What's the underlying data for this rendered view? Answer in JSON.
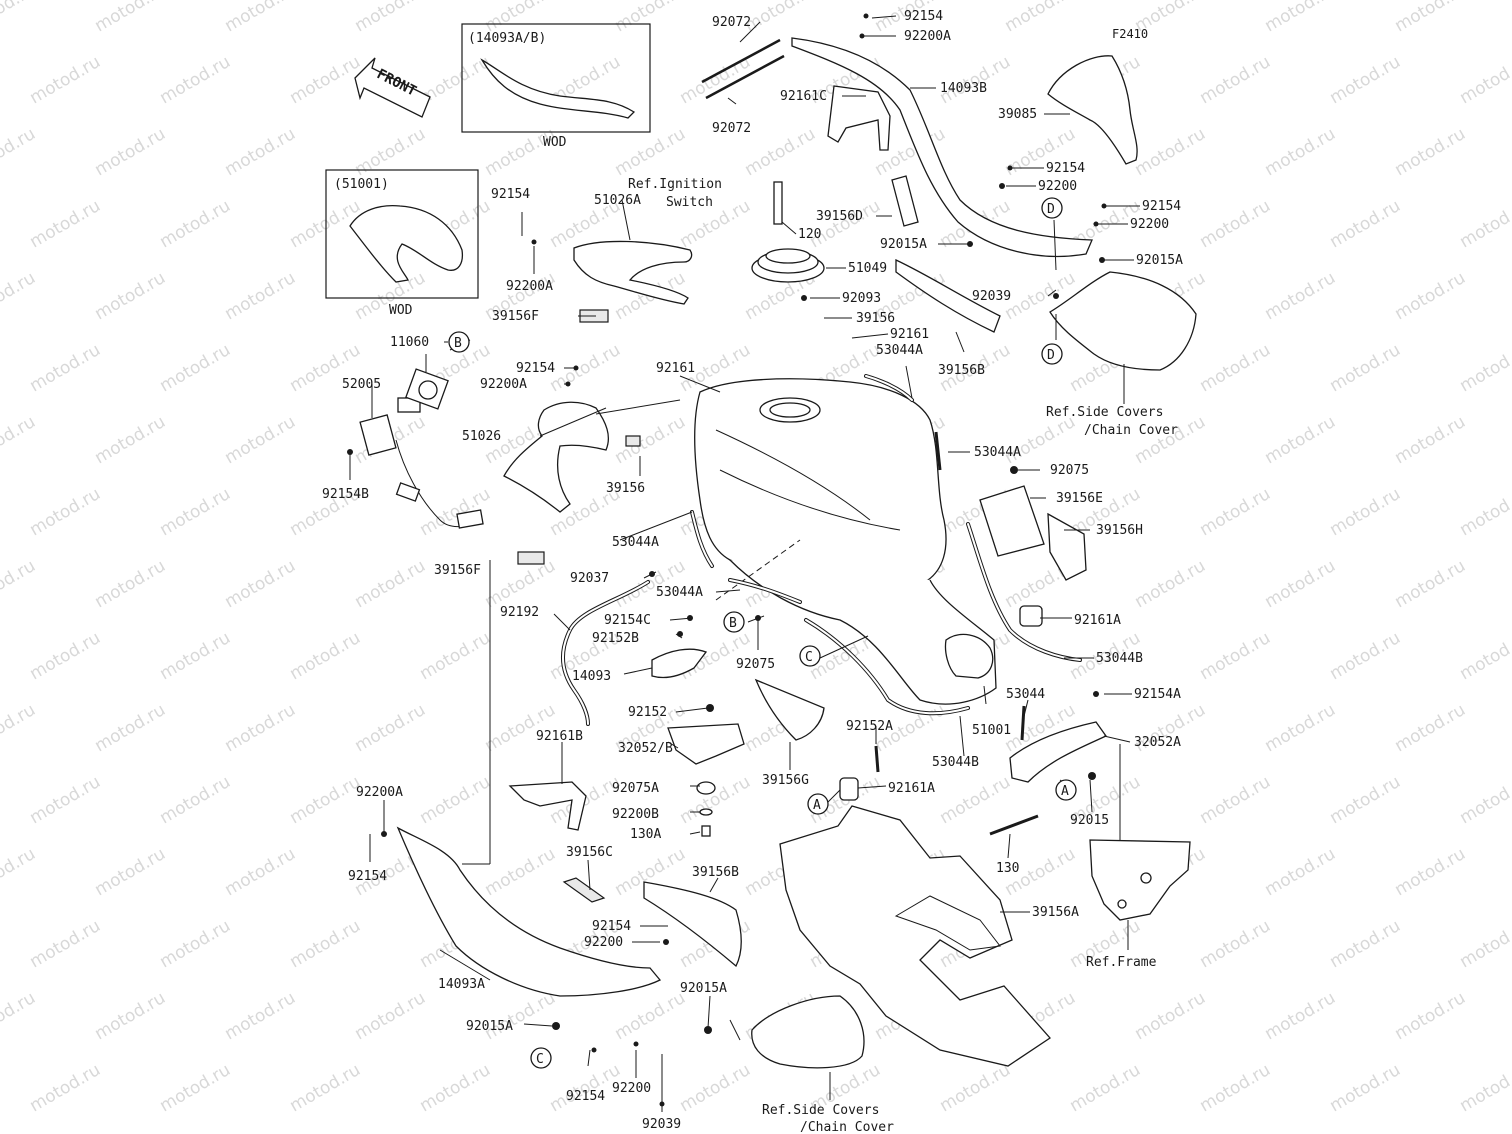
{
  "diagram_code": "F2410",
  "front_label": "FRONT",
  "watermark": "motod.ru",
  "insets": [
    {
      "part_ref": "(14093A/B)",
      "note": "WOD"
    },
    {
      "part_ref": "(51001)",
      "note": "WOD"
    }
  ],
  "callouts": [
    "A",
    "B",
    "C",
    "D"
  ],
  "labels": [
    "92072",
    "92154",
    "92200A",
    "92161C",
    "14093B",
    "92072",
    "39085",
    "92154",
    "92200",
    "92154",
    "92200",
    "39156D",
    "92015A",
    "92015A",
    "92039",
    "39156B",
    "Ref.Side Covers",
    "/Chain Cover",
    "Ref.Ignition",
    "Switch",
    "120",
    "51049",
    "92093",
    "39156",
    "92161",
    "53044A",
    "92154",
    "51026A",
    "92200A",
    "39156F",
    "11060",
    "52005",
    "92154B",
    "92154",
    "92200A",
    "92161",
    "51026",
    "39156",
    "53044A",
    "92075",
    "39156E",
    "39156H",
    "53044A",
    "39156F",
    "92037",
    "53044A",
    "92192",
    "92154C",
    "92152B",
    "92075",
    "92161A",
    "53044B",
    "14093",
    "53044",
    "92154A",
    "92152",
    "32052/B",
    "92152A",
    "51001",
    "32052A",
    "53044B",
    "39156G",
    "92161B",
    "92075A",
    "92200B",
    "130A",
    "92161A",
    "92015",
    "130",
    "92200A",
    "92154",
    "39156C",
    "39156B",
    "92154",
    "92200",
    "39156A",
    "Ref.Frame",
    "14093A",
    "92015A",
    "92015A",
    "92154",
    "92200",
    "92039",
    "Ref.Side Covers",
    "/Chain Cover"
  ]
}
